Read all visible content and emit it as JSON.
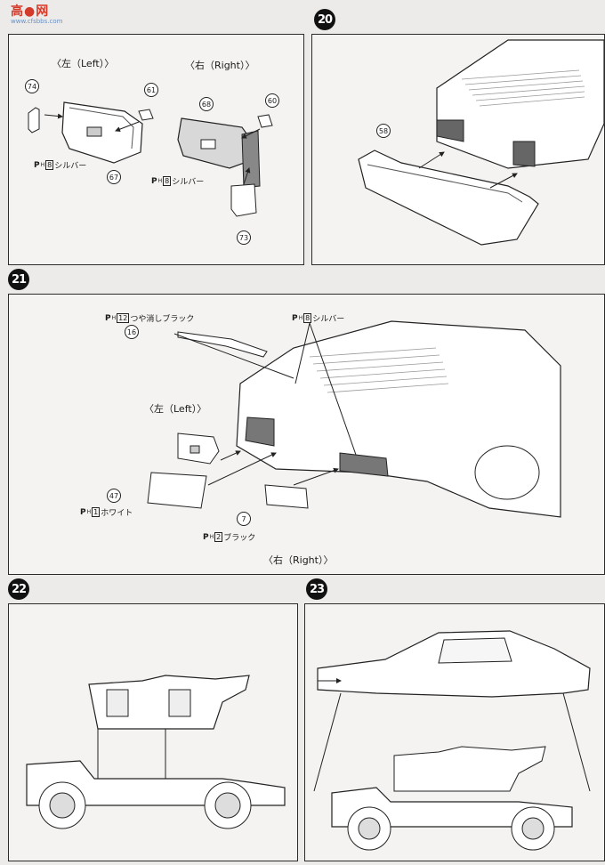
{
  "watermark": {
    "text": "高●网",
    "url": "www.cfsbbs.com"
  },
  "panel_19": {
    "left_label": "〈左（Left）〉",
    "right_label": "〈右（Right）〉",
    "parts": [
      "74",
      "61",
      "67",
      "68",
      "60",
      "73"
    ],
    "paint_left": {
      "prefix": "P",
      "sub": "H",
      "num": "8",
      "text": "シルバー"
    },
    "paint_right": {
      "prefix": "P",
      "sub": "H",
      "num": "8",
      "text": "シルバー"
    }
  },
  "panel_20": {
    "step": "20",
    "parts": [
      "58"
    ]
  },
  "panel_21": {
    "step": "21",
    "left_label": "〈左（Left）〉",
    "right_label": "〈右（Right）〉",
    "parts": [
      "16",
      "47",
      "7"
    ],
    "paint_top": {
      "prefix": "P",
      "sub": "H",
      "num": "12",
      "text": "つや消しブラック"
    },
    "paint_silver": {
      "prefix": "P",
      "sub": "H",
      "num": "8",
      "text": "シルバー"
    },
    "paint_white": {
      "prefix": "P",
      "sub": "H",
      "num": "1",
      "text": "ホワイト"
    },
    "paint_black": {
      "prefix": "P",
      "sub": "H",
      "num": "2",
      "text": "ブラック"
    }
  },
  "panel_22": {
    "step": "22"
  },
  "panel_23": {
    "step": "23"
  }
}
